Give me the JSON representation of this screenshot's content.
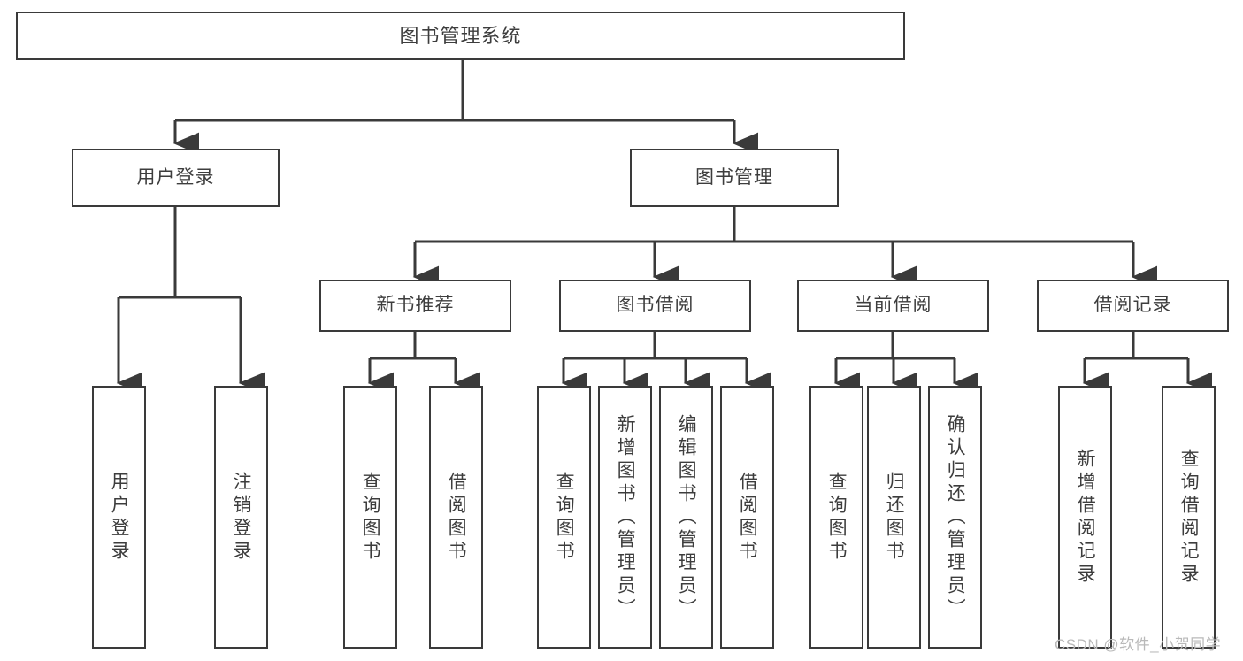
{
  "diagram": {
    "title": "图书管理系统",
    "type": "功能结构图",
    "style": {
      "box_border_color": "#3a3a3a",
      "box_fill_color": "#ffffff",
      "text_color": "#3d3d3d",
      "connector_color": "#3a3a3a",
      "background_color": "#ffffff"
    }
  },
  "nodes": {
    "root": {
      "label": "图书管理系统"
    },
    "level2": [
      {
        "label": "用户登录"
      },
      {
        "label": "图书管理"
      }
    ],
    "level3": [
      {
        "label": "新书推荐"
      },
      {
        "label": "图书借阅"
      },
      {
        "label": "当前借阅"
      },
      {
        "label": "借阅记录"
      }
    ],
    "leaves": {
      "user_login": [
        {
          "label": "用户登录"
        },
        {
          "label": "注销登录"
        }
      ],
      "new_book_recommend": [
        {
          "label": "查询图书"
        },
        {
          "label": "借阅图书"
        }
      ],
      "book_borrow": [
        {
          "label": "查询图书"
        },
        {
          "label": "新增图书（管理员）"
        },
        {
          "label": "编辑图书（管理员）"
        },
        {
          "label": "借阅图书"
        }
      ],
      "current_borrow": [
        {
          "label": "查询图书"
        },
        {
          "label": "归还图书"
        },
        {
          "label": "确认归还（管理员）"
        }
      ],
      "borrow_record": [
        {
          "label": "新增借阅记录"
        },
        {
          "label": "查询借阅记录"
        }
      ]
    }
  },
  "watermark": {
    "text": "CSDN @软件_小贺同学"
  }
}
